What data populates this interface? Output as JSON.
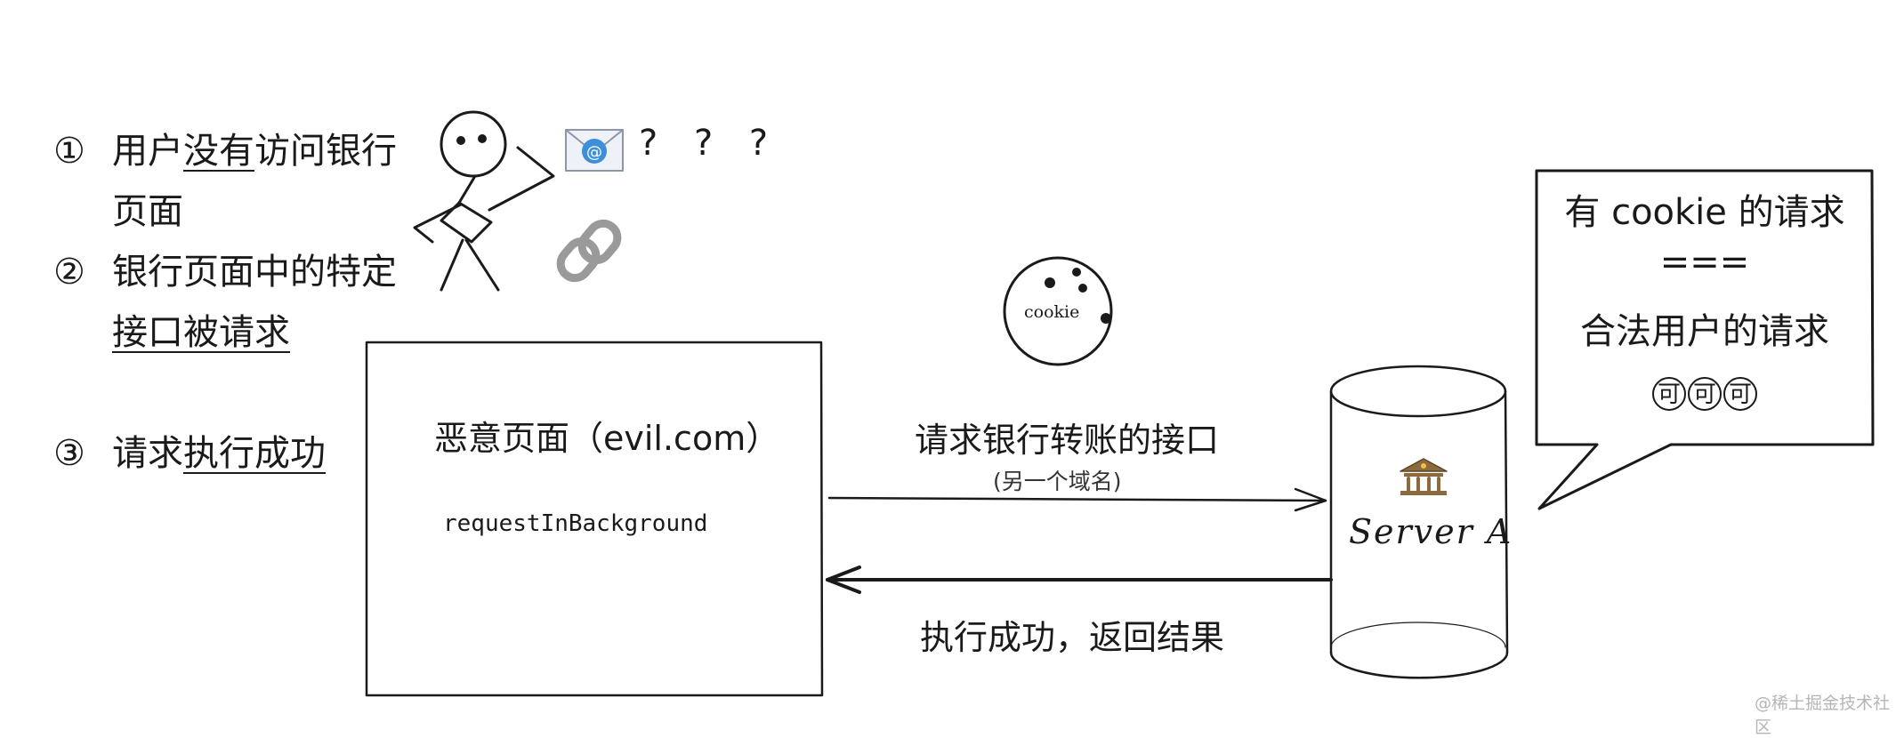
{
  "steps": [
    {
      "num": "①",
      "parts": [
        {
          "t": "用户",
          "u": false
        },
        {
          "t": "没有",
          "u": true
        },
        {
          "t": "访问银行页面",
          "u": false
        }
      ]
    },
    {
      "num": "②",
      "parts": [
        {
          "t": "银行页面中的特定",
          "u": false
        },
        {
          "t": "接口被请求",
          "u": true
        }
      ]
    },
    {
      "num": "③",
      "parts": [
        {
          "t": "请求",
          "u": false
        },
        {
          "t": "执行成功",
          "u": true
        }
      ]
    }
  ],
  "question_marks": "? ? ?",
  "evil_page": {
    "title": "恶意页面（evil.com）",
    "code": "requestInBackground"
  },
  "cookie_label": "cookie",
  "request_arrow": {
    "label": "请求银行转账的接口",
    "sublabel": "(另一个域名)"
  },
  "response_arrow": {
    "label": "执行成功，返回结果"
  },
  "server": {
    "label": "Server A"
  },
  "bubble": {
    "line1": "有 cookie 的请求",
    "line2": "===",
    "line3": "合法用户的请求",
    "emphasis": [
      "可",
      "可",
      "可"
    ]
  },
  "watermark": "@稀土掘金技术社区",
  "icons": [
    "stick-figure-icon",
    "email-icon",
    "link-icon",
    "cookie-icon",
    "bank-icon"
  ]
}
